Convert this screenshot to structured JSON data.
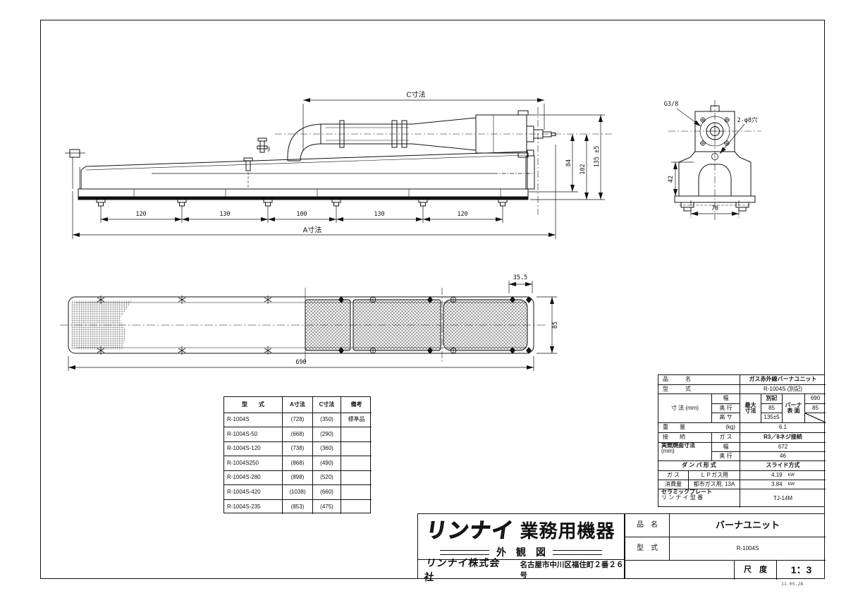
{
  "sheet": {
    "date_stamp": "11.05.28"
  },
  "side_view": {
    "dim_c_label": "C寸法",
    "dim_a_label": "A寸法",
    "chain_dims": [
      "120",
      "130",
      "100",
      "130",
      "120"
    ],
    "dim_84": "84",
    "dim_102": "102",
    "dim_135": "135 ±5",
    "small_dim_3": "3"
  },
  "end_view": {
    "thread_label": "G3/8",
    "holes_label": "2-φ8穴",
    "dim_42": "42",
    "dim_70": "70"
  },
  "plan_view": {
    "dim_355": "35.5",
    "dim_690": "690",
    "dim_85": "85"
  },
  "variant_table": {
    "headers": [
      "型　　式",
      "A寸法",
      "C寸法",
      "備考"
    ],
    "rows": [
      [
        "R-1004S",
        "(728)",
        "(350)",
        "標準品"
      ],
      [
        "R-1004S-50",
        "(668)",
        "(290)",
        ""
      ],
      [
        "R-1004S-120",
        "(738)",
        "(360)",
        ""
      ],
      [
        "R-1004S250",
        "(868)",
        "(490)",
        ""
      ],
      [
        "R-1004S-280",
        "(898)",
        "(520)",
        ""
      ],
      [
        "R-1004S-420",
        "(1038)",
        "(660)",
        ""
      ],
      [
        "R-1004S-235",
        "(853)",
        "(475)",
        ""
      ]
    ]
  },
  "spec_table": {
    "name_label": "品　　　名",
    "name_value": "ガス赤外線バーナユニット",
    "model_label": "型　　　式",
    "model_value": "R-1004S (別記)",
    "dims_label": "寸 法 (mm)",
    "width_label": "幅",
    "depth_label": "奥 行",
    "height_label": "高 サ",
    "max_label_1": "最大",
    "max_label_2": "寸法",
    "max_width": "別記",
    "max_depth": "85",
    "max_height": "135±5",
    "burner_label_1": "バーナ",
    "burner_label_2": "表 面",
    "burner_width": "690",
    "burner_depth": "85",
    "weight_label": "重　　量",
    "weight_unit": "(kg)",
    "weight_value": "6.1",
    "conn_label": "接　　続",
    "conn_sub": "ガ ス",
    "conn_value": "R3／8ネジ接続",
    "surface_label_1": "実燃焼面寸法",
    "surface_label_2": "(mm)",
    "surface_width_label": "幅",
    "surface_width": "672",
    "surface_depth_label": "奥 行",
    "surface_depth": "46",
    "damper_label": "ダ ン パ 形 式",
    "damper_value": "スライド方式",
    "gas_label_1": "ガ ス",
    "gas_label_2": "消費量",
    "lp_label": "ＬＰガス用",
    "lp_value": "4.19",
    "lp_unit": "kW",
    "city_label": "都市ガス用, 13A",
    "city_value": "3.84",
    "city_unit": "kW",
    "ceramic_label_1": "セラミックプレート",
    "ceramic_label_2": "リ ン ナ イ 型 番",
    "ceramic_value": "TJ-14M"
  },
  "title_block": {
    "logo_text": "リンナイ",
    "logo_suffix": "業務用機器",
    "drawing_type": "外　観　図",
    "company": "リンナイ株式会社",
    "address": "名古屋市中川区福住町２番２６号",
    "name_label": "品　名",
    "name_value": "バーナユニット",
    "model_label": "型　式",
    "model_value": "R-1004S",
    "scale_label": "尺　度",
    "scale_value": "1：3"
  }
}
